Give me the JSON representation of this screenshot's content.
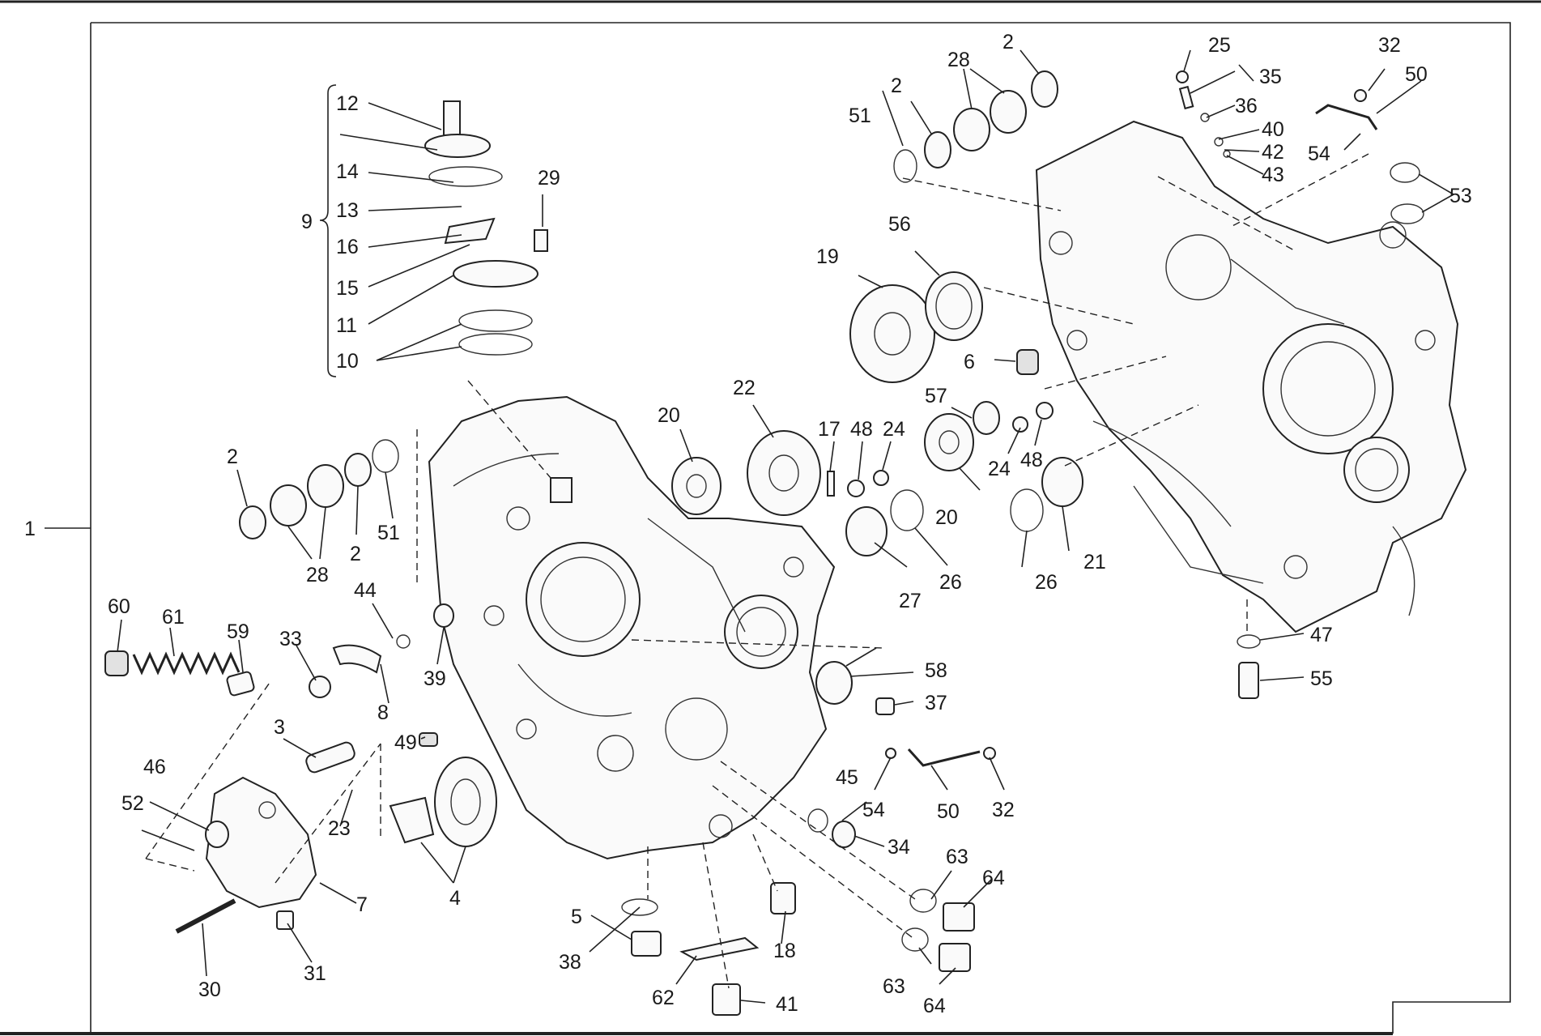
{
  "diagram": {
    "callouts": [
      "1",
      "2",
      "3",
      "4",
      "5",
      "6",
      "7",
      "8",
      "9",
      "10",
      "11",
      "12",
      "13",
      "14",
      "15",
      "16",
      "17",
      "18",
      "19",
      "20",
      "21",
      "22",
      "23",
      "24",
      "25",
      "26",
      "27",
      "28",
      "29",
      "30",
      "31",
      "32",
      "33",
      "34",
      "35",
      "36",
      "37",
      "38",
      "39",
      "40",
      "41",
      "42",
      "43",
      "44",
      "45",
      "46",
      "47",
      "48",
      "49",
      "50",
      "51",
      "52",
      "53",
      "54",
      "55",
      "56",
      "57",
      "58",
      "59",
      "60",
      "61",
      "62",
      "63",
      "64"
    ]
  },
  "colors": {
    "line": "#222222",
    "background": "#ffffff"
  }
}
